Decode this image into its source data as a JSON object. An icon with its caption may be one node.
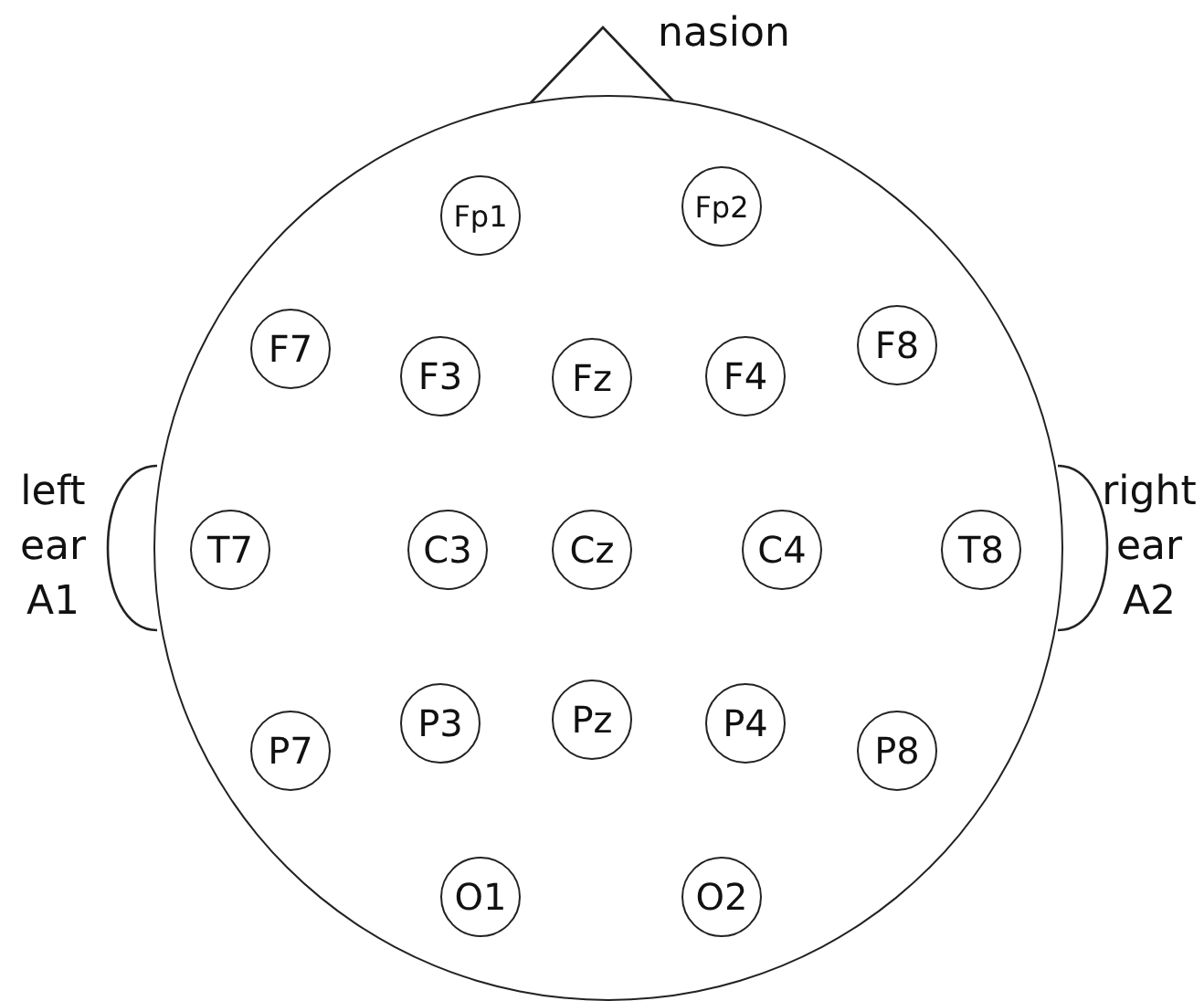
{
  "diagram": {
    "nodes": [
      {
        "text": [],
        "shape": "circle"
      },
      {
        "text": [
          "Fp1"
        ],
        "in": 0
      },
      {
        "text": [
          "Fp2"
        ],
        "in": 0
      },
      {
        "text": [
          "F7"
        ],
        "in": 0
      },
      {
        "text": [
          "F3"
        ],
        "in": 0
      },
      {
        "text": [
          "Fz"
        ],
        "in": 0
      },
      {
        "text": [
          "F4"
        ],
        "in": 0
      },
      {
        "text": [
          "F8"
        ],
        "in": 0
      },
      {
        "text": [
          "T7"
        ],
        "in": 0
      },
      {
        "text": [
          "C3"
        ],
        "in": 0
      },
      {
        "text": [
          "Cz"
        ],
        "in": 0
      },
      {
        "text": [
          "C4"
        ],
        "in": 0
      },
      {
        "text": [
          "T8"
        ],
        "in": 0
      },
      {
        "text": [
          "P7"
        ],
        "in": 0
      },
      {
        "text": [
          "P3"
        ],
        "in": 0
      },
      {
        "text": [
          "Pz"
        ],
        "in": 0
      },
      {
        "text": [
          "P4"
        ],
        "in": 0
      },
      {
        "text": [
          "P8"
        ],
        "in": 0
      },
      {
        "text": [
          "O1"
        ],
        "in": 0
      },
      {
        "text": [
          "O2"
        ],
        "in": 0
      }
    ],
    "labels": [
      "nasion",
      "left ear A1",
      "right ear A2"
    ]
  }
}
